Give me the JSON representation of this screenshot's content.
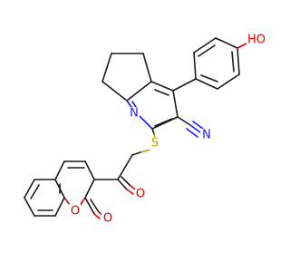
{
  "colors": {
    "bond": "#1a1a1a",
    "nitrogen": "#1a1aff",
    "sulfur": "#b5a000",
    "oxygen": "#e00000"
  },
  "labels": {
    "hydroxyl": "HO",
    "ring_n": "N",
    "nitrile_n": "N",
    "thioether_s": "S",
    "ketone_o": "O",
    "lactone_ring_o": "O",
    "lactone_carbonyl_o": "O"
  }
}
